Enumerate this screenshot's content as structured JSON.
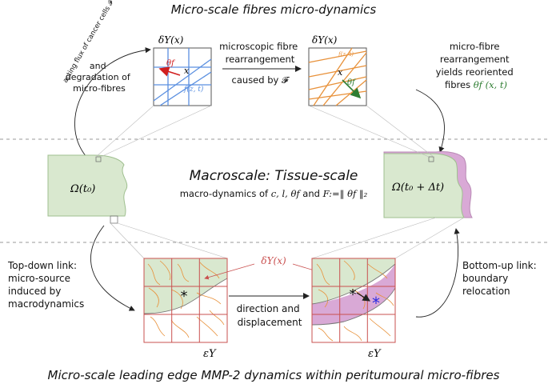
{
  "titles": {
    "top": "Micro-scale fibres micro-dynamics",
    "middle": "Macroscale: Tissue-scale",
    "bottom": "Micro-scale leading edge MMP-2 dynamics within peritumoural micro-fibres"
  },
  "macro_subtitle": {
    "prefix": "macro-dynamics of ",
    "vars": "c, l, θf",
    "and": " and ",
    "F": "F:=‖ θf ‖₂"
  },
  "top_left": {
    "flux_label": "acting flux of cancer cells 𝓕",
    "degradation_line1": "and",
    "degradation_line2": "degradation of",
    "degradation_line3": "micro-fibres"
  },
  "cell_left": {
    "title": "δY(x)",
    "theta": "θf",
    "x": "x",
    "f": "f(z, t)"
  },
  "cell_right": {
    "title": "δY(x)",
    "theta": "θf",
    "x": "x",
    "f": "f(z, t)"
  },
  "arrow_middle_top": {
    "line1": "microscopic fibre",
    "line2": "rearrangement",
    "line3": "caused by 𝓕"
  },
  "top_right": {
    "line1": "micro-fibre",
    "line2": "rearrangement",
    "line3": "yields reoriented",
    "line4_prefix": "fibres ",
    "line4_math": "θf (x, t)"
  },
  "omega_left": "Ω(t₀)",
  "omega_right": "Ω(t₀ + Δt)",
  "bottom_left": {
    "line1": "Top-down link:",
    "line2": "micro-source",
    "line3": "induced by",
    "line4": "macrodynamics"
  },
  "bottom_right": {
    "line1": "Bottom-up link:",
    "line2": "boundary",
    "line3": "relocation"
  },
  "delta_y_label": "δY(x)",
  "bottom_arrow": {
    "line1": "direction and",
    "line2": "displacement"
  },
  "eps_y_left": "εY",
  "eps_y_right": "εY",
  "colors": {
    "tissue_green": "#d9e8cf",
    "tissue_edge": "#9fbf8f",
    "purple": "#d9a9d6",
    "blue_fibre": "#5a8fe0",
    "orange_fibre": "#e8913a",
    "red_grid": "#c9504f",
    "red_arrow": "#d11f1f",
    "green_arrow": "#2e7d32",
    "blue_star": "#2a2ae0",
    "dashed": "#999999"
  }
}
